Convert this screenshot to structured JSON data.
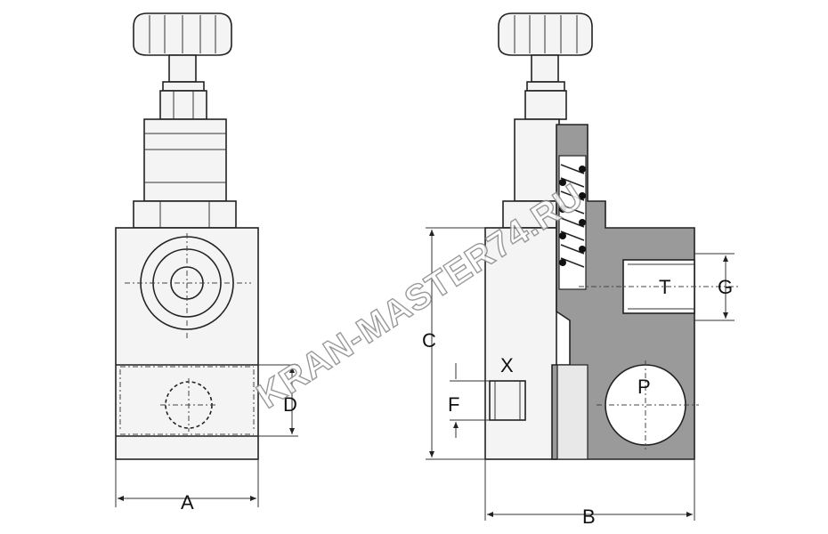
{
  "title": "Pressure relief valve dimensional drawing",
  "labels": {
    "A": "A",
    "B": "B",
    "C": "C",
    "D": "D",
    "F": "F",
    "G": "G",
    "T": "T",
    "X": "X",
    "P": "P"
  },
  "watermark": "KRAN-MASTER74.RU",
  "colors": {
    "line": "#222222",
    "section": "#9a9a9a",
    "body": "#f4f4f4"
  }
}
